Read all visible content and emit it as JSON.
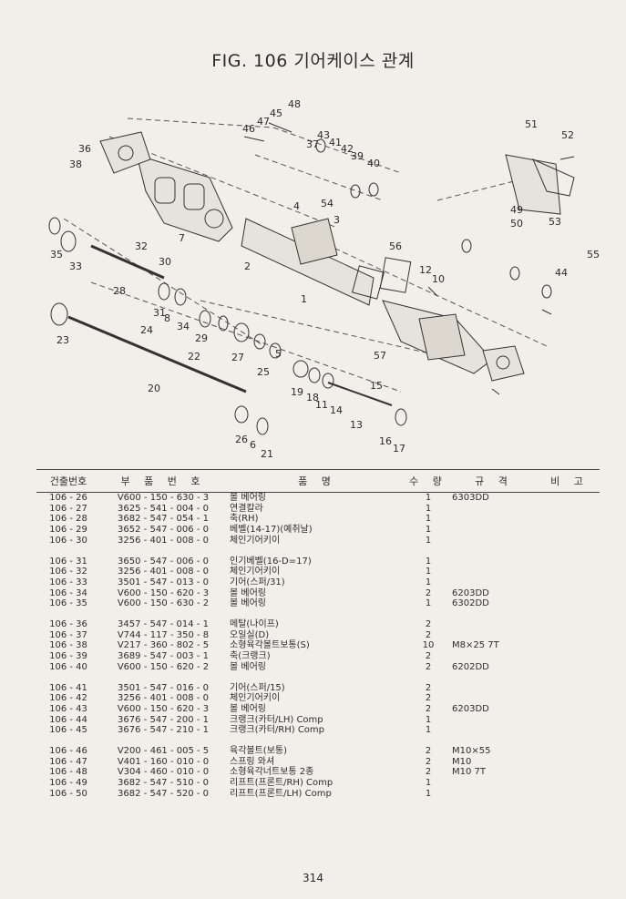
{
  "title": "FIG. 106 기어케이스 관계",
  "page_number": "314",
  "table": {
    "headers": [
      "건출번호",
      "부 품 번 호",
      "품 명",
      "수 량",
      "규 격",
      "비 고"
    ],
    "rows": [
      [
        "106 - 26",
        "V600 - 150 - 630 - 3",
        "볼 베어링",
        "1",
        "6303DD",
        ""
      ],
      [
        "106 - 27",
        "3625 - 541 - 004 - 0",
        "연결칼라",
        "1",
        "",
        ""
      ],
      [
        "106 - 28",
        "3682 - 547 - 054 - 1",
        "축(RH)",
        "1",
        "",
        ""
      ],
      [
        "106 - 29",
        "3652 - 547 - 006 - 0",
        "베벨(14-17)(예취날)",
        "1",
        "",
        ""
      ],
      [
        "106 - 30",
        "3256 - 401 - 008 - 0",
        "체인기어키이",
        "1",
        "",
        ""
      ],
      [],
      [
        "106 - 31",
        "3650 - 547 - 006 - 0",
        "인기베벨(16-D=17)",
        "1",
        "",
        ""
      ],
      [
        "106 - 32",
        "3256 - 401 - 008 - 0",
        "체인기어키이",
        "1",
        "",
        ""
      ],
      [
        "106 - 33",
        "3501 - 547 - 013 - 0",
        "기어(스퍼/31)",
        "1",
        "",
        ""
      ],
      [
        "106 - 34",
        "V600 - 150 - 620 - 3",
        "볼 베어링",
        "2",
        "6203DD",
        ""
      ],
      [
        "106 - 35",
        "V600 - 150 - 630 - 2",
        "볼 베어링",
        "1",
        "6302DD",
        ""
      ],
      [],
      [
        "106 - 36",
        "3457 - 547 - 014 - 1",
        "메탈(나이프)",
        "2",
        "",
        ""
      ],
      [
        "106 - 37",
        "V744 - 117 - 350 - 8",
        "오일실(D)",
        "2",
        "",
        ""
      ],
      [
        "106 - 38",
        "V217 - 360 - 802 - 5",
        "소형육각볼트보통(S)",
        "10",
        "M8×25 7T",
        ""
      ],
      [
        "106 - 39",
        "3689 - 547 - 003 - 1",
        "축(크랭크)",
        "2",
        "",
        ""
      ],
      [
        "106 - 40",
        "V600 - 150 - 620 - 2",
        "볼 베어링",
        "2",
        "6202DD",
        ""
      ],
      [],
      [
        "106 - 41",
        "3501 - 547 - 016 - 0",
        "기어(스퍼/15)",
        "2",
        "",
        ""
      ],
      [
        "106 - 42",
        "3256 - 401 - 008 - 0",
        "체인기어키이",
        "2",
        "",
        ""
      ],
      [
        "106 - 43",
        "V600 - 150 - 620 - 3",
        "볼 베어링",
        "2",
        "6203DD",
        ""
      ],
      [
        "106 - 44",
        "3676 - 547 - 200 - 1",
        "크랭크(카터/LH) Comp",
        "1",
        "",
        ""
      ],
      [
        "106 - 45",
        "3676 - 547 - 210 - 1",
        "크랭크(카터/RH) Comp",
        "1",
        "",
        ""
      ],
      [],
      [
        "106 - 46",
        "V200 - 461 - 005 - 5",
        "육각볼트(보통)",
        "2",
        "M10×55",
        ""
      ],
      [
        "106 - 47",
        "V401 - 160 - 010 - 0",
        "스프링 와셔",
        "2",
        "M10",
        ""
      ],
      [
        "106 - 48",
        "V304 - 460 - 010 - 0",
        "소형육각너트보통 2종",
        "2",
        "M10 7T",
        ""
      ],
      [
        "106 - 49",
        "3682 - 547 - 510 - 0",
        "리프트(프론트/RH) Comp",
        "1",
        "",
        ""
      ],
      [
        "106 - 50",
        "3682 - 547 - 520 - 0",
        "리프트(프론트/LH) Comp",
        "1",
        "",
        ""
      ]
    ]
  },
  "callouts": [
    "1",
    "2",
    "3",
    "4",
    "5",
    "6",
    "7",
    "8",
    "10",
    "11",
    "12",
    "13",
    "14",
    "15",
    "16",
    "17",
    "18",
    "19",
    "20",
    "21",
    "22",
    "23",
    "24",
    "25",
    "26",
    "27",
    "28",
    "29",
    "30",
    "31",
    "32",
    "33",
    "34",
    "35",
    "36",
    "37",
    "38",
    "39",
    "40",
    "41",
    "42",
    "43",
    "44",
    "45",
    "46",
    "47",
    "48",
    "49",
    "50",
    "51",
    "52",
    "53",
    "54",
    "55",
    "56",
    "57"
  ]
}
